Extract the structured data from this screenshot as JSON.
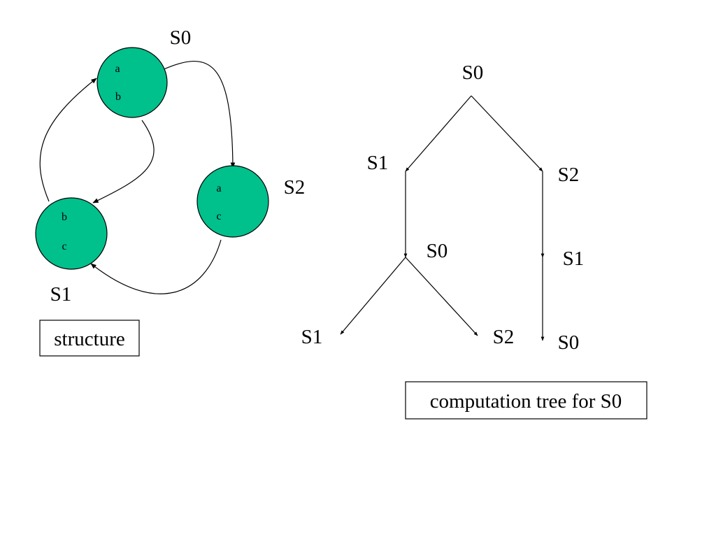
{
  "colors": {
    "state_fill": "#00C08C",
    "line": "#000000",
    "background": "#FFFFFF"
  },
  "structure": {
    "caption": "structure",
    "states": [
      {
        "label": "S0",
        "props": [
          "a",
          "b"
        ]
      },
      {
        "label": "S1",
        "props": [
          "b",
          "c"
        ]
      },
      {
        "label": "S2",
        "props": [
          "a",
          "c"
        ]
      }
    ],
    "transitions": [
      {
        "from": "S0",
        "to": "S2"
      },
      {
        "from": "S0",
        "to": "S1"
      },
      {
        "from": "S1",
        "to": "S0"
      },
      {
        "from": "S2",
        "to": "S1"
      }
    ]
  },
  "tree": {
    "caption": "computation tree for S0",
    "root": "S0",
    "level1": [
      "S1",
      "S2"
    ],
    "level2": [
      "S0",
      "S1"
    ],
    "level3": [
      "S1",
      "S2",
      "S0"
    ]
  }
}
